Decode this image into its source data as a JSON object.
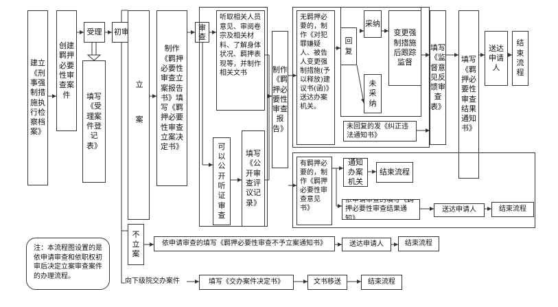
{
  "nodes": {
    "archive": "建立《刑事强制措施执行检察档案》",
    "create_case": "创建羁押必要性审查案件",
    "accept": "受理",
    "fill_accept": "填写《受理案件登记表》",
    "first_review": "初审",
    "file_case": "立案",
    "make_report": "制作《羁押必要性审查立案报告书》填写《羁押必要性审查立案决定书》",
    "review": "审查",
    "hearing_text": "听取相关人员意见、审阅卷宗及相关材料、了解身体状况、羁押表现等，并制作相关文书",
    "public_hearing": "可以公开听证审查",
    "fill_public": "填写《公开审查评议记录》",
    "make_review_report": "制作《羁押必要性审查报告》",
    "no_need": "无羁押必要的，制作《对犯罪嫌疑人、被告人变更强制措施(予以释放)建议书(函)》送达办案机关。",
    "reply": "回复",
    "adopt": "采纳",
    "change_measure": "变更强制措施后跟踪监督",
    "not_adopt": "未采纳",
    "no_reply": "未回复的发《纠正违法通知书》",
    "fill_feedback": "填写《监督意见反馈审查表》",
    "fill_result_notice": "填写《羁押必要性审查结果通知书》",
    "deliver_applicant": "送达申请人",
    "end_main": "结束流程",
    "has_need": "有羁押必要的，制作《羁押必要性审查意见书》",
    "notify_agency": "通知办案机关",
    "end_notify": "结束流程",
    "applied_result": "依申请审查的填写《羁押必要性审查结果通知》",
    "deliver_applicant2": "送达申请人",
    "end_result": "结束流程",
    "not_file": "不立案",
    "not_file_notice": "依申请审查的填写《羁押必要性审查不予立案通知书》",
    "deliver_applicant3": "送达申请人",
    "end_not_file": "结束流程",
    "transfer_lower": "向下级院交办案件",
    "fill_transfer": "填写《交办案件决定书》",
    "doc_transfer": "文书移送",
    "end_transfer": "结束流程"
  },
  "note": "注：本流程图设置的是依申请审查和依职权初审后决定立案审查案件的办理流程。"
}
